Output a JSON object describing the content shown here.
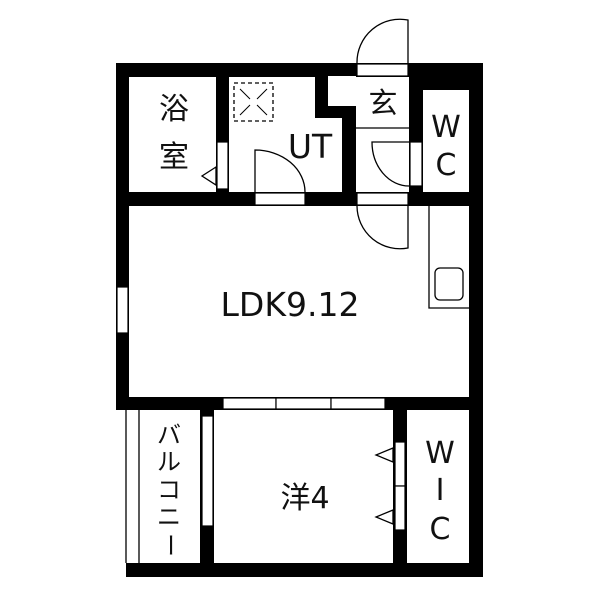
{
  "floorplan": {
    "rooms": {
      "bath": [
        "浴",
        "室"
      ],
      "utility": "UT",
      "entrance": "玄",
      "toilet": [
        "W",
        "C"
      ],
      "ldk": "LDK9.12",
      "western_room": "洋4",
      "walk_in_closet": [
        "W",
        "I",
        "C"
      ],
      "balcony": [
        "バ",
        "ル",
        "コ",
        "ニ",
        "ー"
      ]
    },
    "colors": {
      "wall": "#000000",
      "background": "#ffffff"
    }
  }
}
